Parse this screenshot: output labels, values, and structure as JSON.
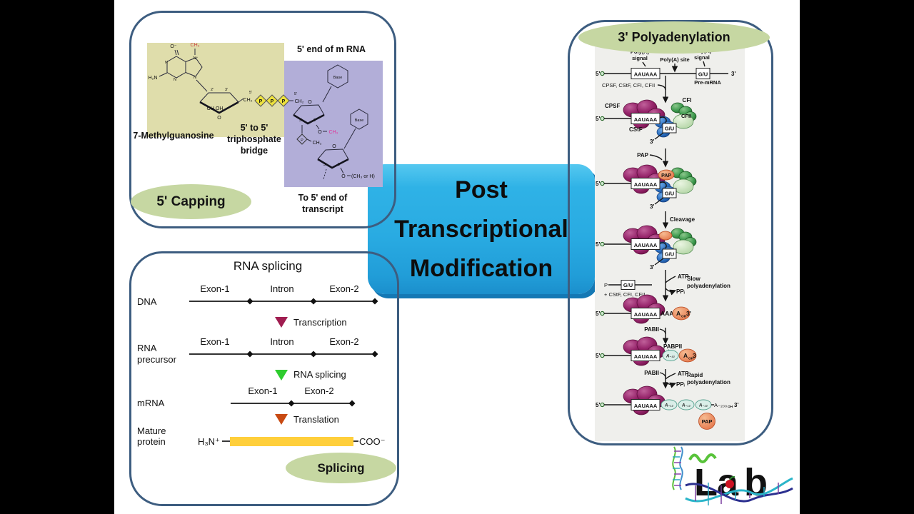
{
  "colors": {
    "letterbox": "#000000",
    "slide_bg": "#ffffff",
    "panel_border": "#3d5d80",
    "badge_green": "#c6d7a2",
    "title_blue": "#29abe2",
    "olive_bg": "#dfddab",
    "purple_bg": "#b2aed8",
    "phosphate_yellow": "#ede23e",
    "maroon_blob": "#8c1d5e",
    "blue_blob": "#2a6fc0",
    "green_blob": "#3d9a4e",
    "orange_blob": "#ee9268",
    "teal_ellipse": "#daeee8",
    "protein_bar_yellow": "#ffcf3b",
    "transcription_color": "#8e3060",
    "rna_splicing_color": "#4dd44d",
    "translation_color": "#c2571f"
  },
  "title_box": {
    "line1": "Post",
    "line2": "Transcriptional",
    "line3": "Modification"
  },
  "capping": {
    "badge": "5' Capping",
    "mrna_end": "5' end of m RNA",
    "methylguanosine": "7-Methylguanosine",
    "bridge1": "5' to 5'",
    "bridge2": "triphosphate",
    "bridge3": "bridge",
    "transcript1": "To 5' end of",
    "transcript2": "transcript",
    "chem": {
      "o_minus": "O⁻",
      "ch3": "CH₃",
      "n": "N",
      "n_plus": "N⁺",
      "h2n": "H₂N",
      "oh_oh": "OH OH",
      "ch2": "CH₂",
      "p": "P",
      "base": "Base",
      "o": "O",
      "five": "5'",
      "two": "2'",
      "three": "3'",
      "och3_or_h": "(CH₃ or H)"
    }
  },
  "splicing": {
    "title": "RNA splicing",
    "badge": "Splicing",
    "dna": "DNA",
    "rna": "RNA",
    "precursor": "precursor",
    "mrna": "mRNA",
    "mature": "Mature",
    "protein": "protein",
    "exon1": "Exon-1",
    "intron": "Intron",
    "exon2": "Exon-2",
    "transcription": "Transcription",
    "rna_splicing": "RNA splicing",
    "translation": "Translation",
    "n_term": "H₃N⁺",
    "c_term": "COO⁻"
  },
  "poly": {
    "badge": "3' Polyadenylation",
    "five": "5'",
    "three": "3'",
    "aauaaa": "AAUAAA",
    "gu": "G/U",
    "signal1": "Poly(A)",
    "signal2": "signal",
    "site": "Poly(A) site",
    "premrna": "Pre-mRNA",
    "factors": "CPSF, CStF, CFI, CFII",
    "cpsf": "CPSF",
    "cstf": "CStF",
    "cfi": "CFI",
    "cfii": "CFII",
    "pap": "PAP",
    "cleavage": "Cleavage",
    "p": "P",
    "plus_factors": "+ CStF, CFI, CFII",
    "atp": "ATP",
    "ppi": "PPᵢ",
    "slow": "Slow",
    "rapid": "Rapid",
    "polyadenylation": "polyadenylation",
    "aaa": "AAA",
    "a": "A",
    "oh": "OH",
    "three_num": "3",
    "pabii": "PABII",
    "pabpii": "PABPII",
    "a12": "A₋₁₂",
    "a200": "A₋₂₀₀"
  },
  "logo": {
    "l": "L",
    "a": "a",
    "b": "b"
  }
}
